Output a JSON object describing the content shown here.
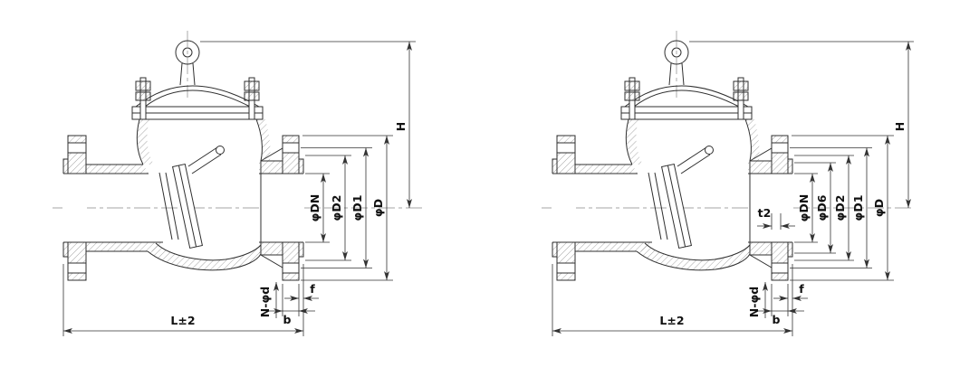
{
  "colors": {
    "background": "#ffffff",
    "line": "#2f2f2f",
    "dimension": "#333333"
  },
  "left_valve": {
    "dims": {
      "bore": "φDN",
      "gasket": "φD2",
      "bolt_circle": "φD1",
      "flange_od": "φD",
      "height": "H",
      "length": "L±2",
      "bolt_holes": "N-φd",
      "flange_thickness": "b",
      "raised_face": "f"
    }
  },
  "right_valve": {
    "dims": {
      "bore": "φDN",
      "groove": "φD6",
      "gasket": "φD2",
      "bolt_circle": "φD1",
      "flange_od": "φD",
      "height": "H",
      "length": "L±2",
      "bolt_holes": "N-φd",
      "flange_thickness": "b",
      "raised_face": "f",
      "seat": "t2"
    }
  }
}
